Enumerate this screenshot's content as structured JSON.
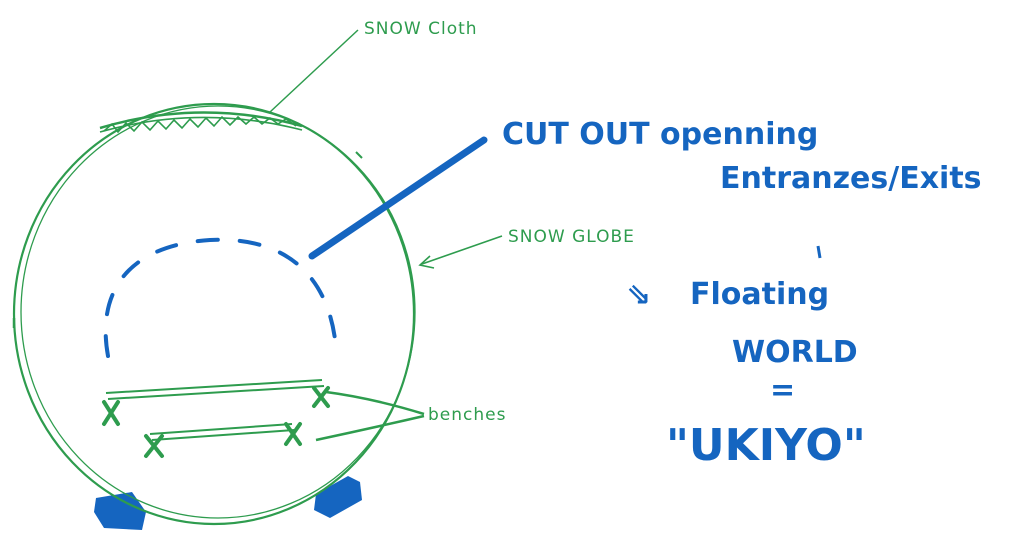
{
  "annotations": {
    "snow_cloth": "SNOW Cloth",
    "cut_out_line1": "CUT OUT openning",
    "cut_out_line2": "Entranzes/Exits",
    "snow_globe": "SNOW GLOBE",
    "arrow_mark": "⇘",
    "floating": "Floating",
    "world": "WORLD",
    "equals": "=",
    "ukiyo": "\"UKIYO\"",
    "benches": "benches"
  },
  "colors": {
    "green_ink": "#2e9c4e",
    "blue_ink": "#1565c0",
    "background": "#ffffff"
  }
}
